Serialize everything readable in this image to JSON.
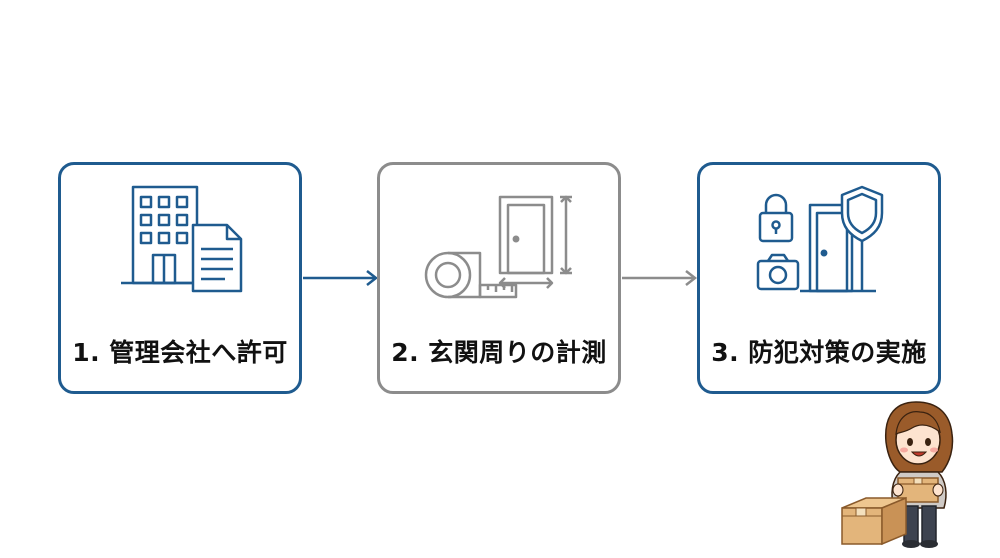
{
  "steps": [
    {
      "number": "1.",
      "label": "1. 管理会社へ許可",
      "icon": "office-building-with-document-icon"
    },
    {
      "number": "2.",
      "label": "2. 玄関周りの計測",
      "icon": "door-and-tape-measure-icon"
    },
    {
      "number": "3.",
      "label": "3. 防犯対策の実施",
      "icon": "padlock-camera-door-shield-icon"
    }
  ],
  "colors": {
    "primary": "#1f5b8f",
    "muted": "#8c8c8c",
    "text": "#111111",
    "background": "#ffffff"
  },
  "illustration": "woman-carrying-cardboard-boxes"
}
